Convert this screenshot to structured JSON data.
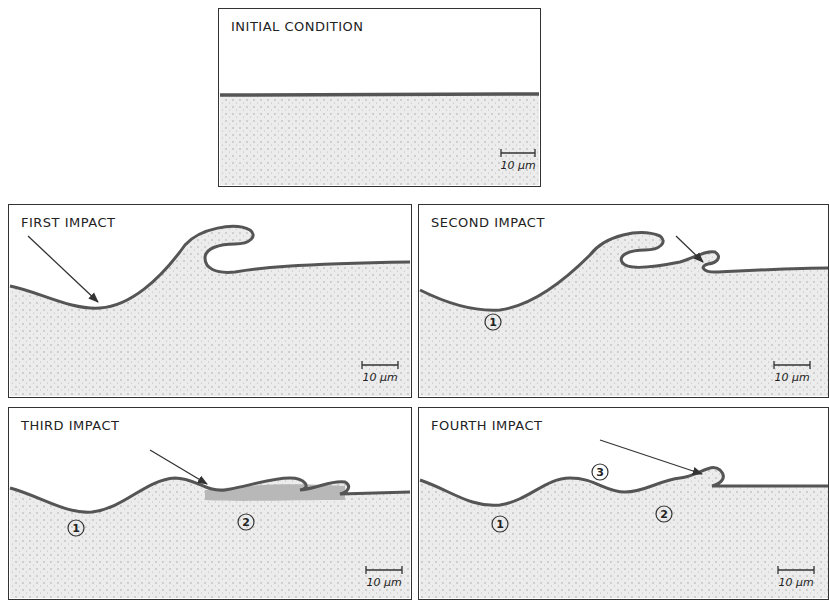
{
  "diagram": {
    "nodes": [
      {
        "text": [
          "INITIAL CONDITION"
        ]
      },
      {
        "text": [
          "FIRST IMPACT"
        ]
      },
      {
        "text": [
          "SECOND IMPACT"
        ]
      },
      {
        "text": [
          "THIRD IMPACT"
        ]
      },
      {
        "text": [
          "FOURTH IMPACT"
        ]
      }
    ],
    "labels": [
      "10 μm",
      "10 μm",
      "1",
      "10 μm",
      "1",
      "2",
      "10 μm",
      "1",
      "3",
      "2",
      "10 μm"
    ]
  }
}
